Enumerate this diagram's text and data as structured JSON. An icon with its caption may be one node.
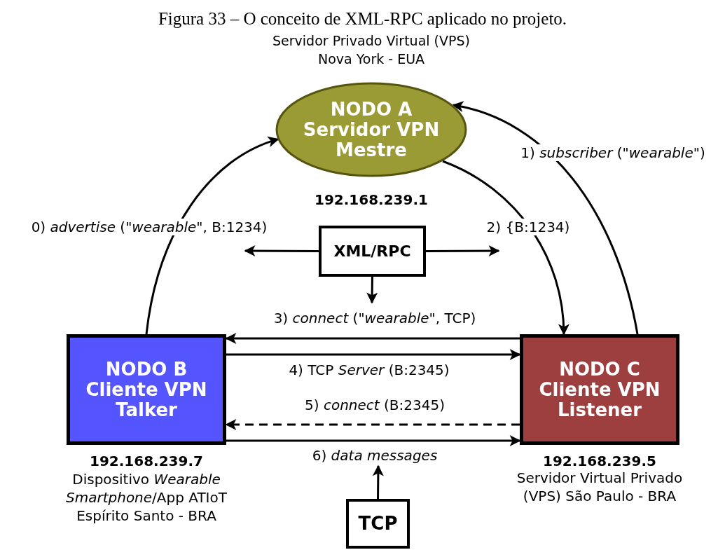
{
  "diagram": {
    "title": "Figura 33 – O conceito de XML-RPC aplicado no projeto.",
    "nodes": [
      {
        "text": [
          "NODO A Servidor VPN Mestre"
        ],
        "beside": [
          "Servidor Privado Virtual (VPS) Nova York - EUA",
          "192.168.239.1"
        ]
      },
      {
        "text": [
          "NODO B Cliente VPN Talker"
        ],
        "beside": [
          "192.168.239.7",
          "Dispositivo *Wearable* *Smartphone*/App ATIoT Espírito Santo - BRA"
        ]
      },
      {
        "text": [
          "NODO C Cliente VPN Listener"
        ],
        "beside": [
          "192.168.239.5",
          "Servidor Virtual Privado (VPS) São Paulo - BRA"
        ]
      },
      {
        "text": [
          "XML/RPC"
        ]
      },
      {
        "text": [
          "TCP"
        ]
      }
    ],
    "edges": [
      {
        "from": 1,
        "to": 0,
        "arrow": "to",
        "label": "0) *advertise* (\"*wearable*\", B:1234)"
      },
      {
        "from": 0,
        "to": 2,
        "arrow": "to",
        "label": "2) {B:1234)"
      },
      {
        "from": 2,
        "to": 0,
        "arrow": "to",
        "label": "1) *subscriber* (\"*wearable*\")"
      },
      {
        "from": 3,
        "to": null,
        "arrow": "to"
      },
      {
        "from": 3,
        "to": null,
        "arrow": "to"
      },
      {
        "from": 3,
        "to": null,
        "arrow": "to"
      },
      {
        "from": 2,
        "to": 1,
        "arrow": "to",
        "label": "3) *connect* (\"*wearable*\", TCP)"
      },
      {
        "from": 1,
        "to": 2,
        "arrow": "to",
        "label": "4) TCP *Server* (B:2345)"
      },
      {
        "from": 2,
        "to": 1,
        "arrow": "to",
        "style": "dashed",
        "label": "5) *connect* (B:2345)"
      },
      {
        "from": 1,
        "to": 2,
        "arrow": "to",
        "label": "6) *data messages*"
      },
      {
        "from": 4,
        "to": null,
        "arrow": "to"
      }
    ]
  }
}
